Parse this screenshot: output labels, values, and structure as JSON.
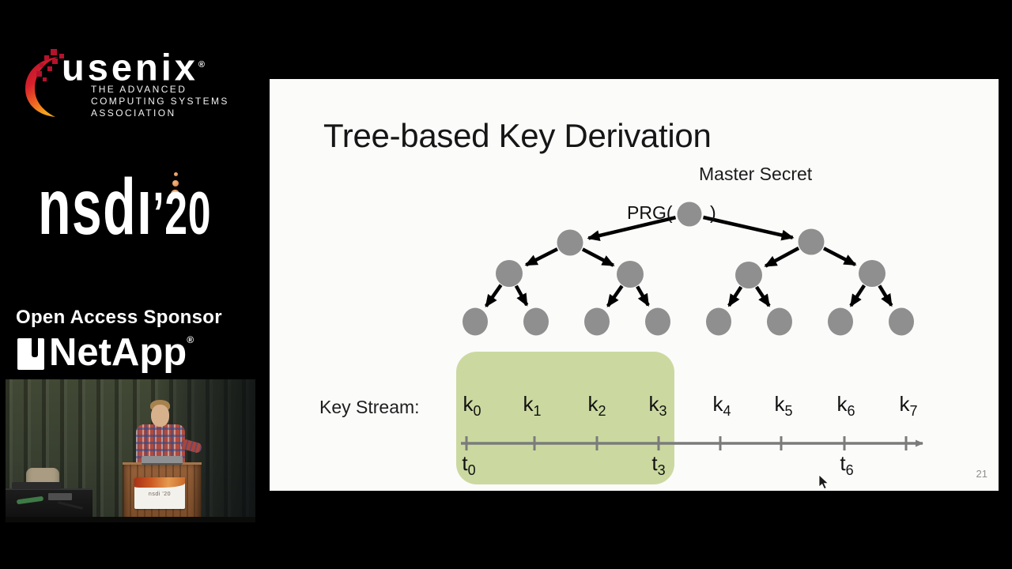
{
  "page": {
    "background": "#000000"
  },
  "sidebar": {
    "usenix": {
      "wordmark": "usenix",
      "registered": "®",
      "tagline_lines": [
        "THE ADVANCED",
        "COMPUTING SYSTEMS",
        "ASSOCIATION"
      ],
      "flame_red": "#c01a2e",
      "flame_orange": "#f2a33c"
    },
    "nsdi_logo": {
      "wordmark": "nsdı",
      "year": "’20",
      "dot_color": "#dd8f55"
    },
    "sponsor": {
      "heading": "Open Access Sponsor",
      "brand": "NetApp",
      "registered": "®"
    },
    "video": {
      "podium_sign_text": "nsdi ’20"
    }
  },
  "slide": {
    "title": "Tree-based Key Derivation",
    "master_secret_label": "Master Secret",
    "prg_open": "PRG(",
    "prg_close": ")",
    "key_stream_label": "Key Stream:",
    "page_number": "21",
    "keys": [
      {
        "base": "k",
        "sub": "0"
      },
      {
        "base": "k",
        "sub": "1"
      },
      {
        "base": "k",
        "sub": "2"
      },
      {
        "base": "k",
        "sub": "3"
      },
      {
        "base": "k",
        "sub": "4"
      },
      {
        "base": "k",
        "sub": "5"
      },
      {
        "base": "k",
        "sub": "6"
      },
      {
        "base": "k",
        "sub": "7"
      }
    ],
    "time_labels": [
      {
        "base": "t",
        "sub": "0"
      },
      {
        "base": "t",
        "sub": "3"
      },
      {
        "base": "t",
        "sub": "6"
      }
    ],
    "tree": {
      "levels": [
        1,
        2,
        4,
        8
      ],
      "node_color": "#8f8f8f",
      "arrow_color": "#000000"
    },
    "highlight": {
      "color": "#cbd9a0",
      "covers_keys": [
        "k0",
        "k1",
        "k2",
        "k3"
      ]
    },
    "timeline": {
      "color": "#7b7b7b",
      "tick_count": 8
    }
  }
}
